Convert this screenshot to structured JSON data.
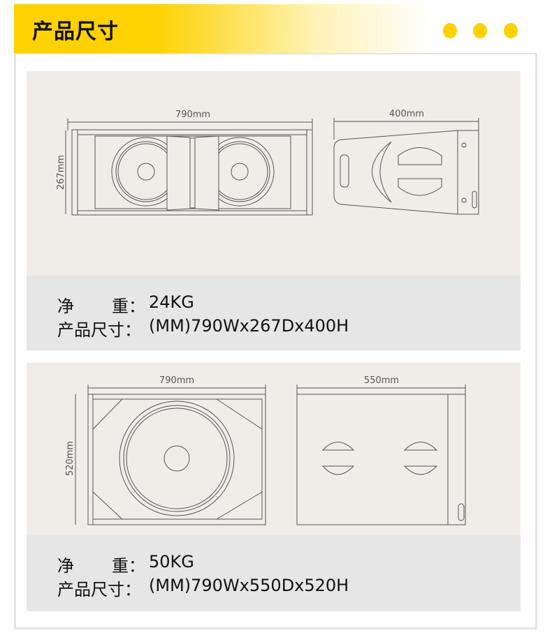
{
  "header": {
    "title": "产品尺寸",
    "accent": "#fdd200"
  },
  "products": [
    {
      "front_width": "790mm",
      "front_height": "267mm",
      "side_depth": "400mm",
      "weight_label_1": "净",
      "weight_label_2": "重：",
      "weight": "24KG",
      "size_label": "产品尺寸：",
      "size": "(MM)790Wx267Dx400H"
    },
    {
      "front_width": "790mm",
      "front_height": "520mm",
      "side_depth": "550mm",
      "weight_label_1": "净",
      "weight_label_2": "重：",
      "weight": "50KG",
      "size_label": "产品尺寸：",
      "size": "(MM)790Wx550Dx520H"
    }
  ]
}
